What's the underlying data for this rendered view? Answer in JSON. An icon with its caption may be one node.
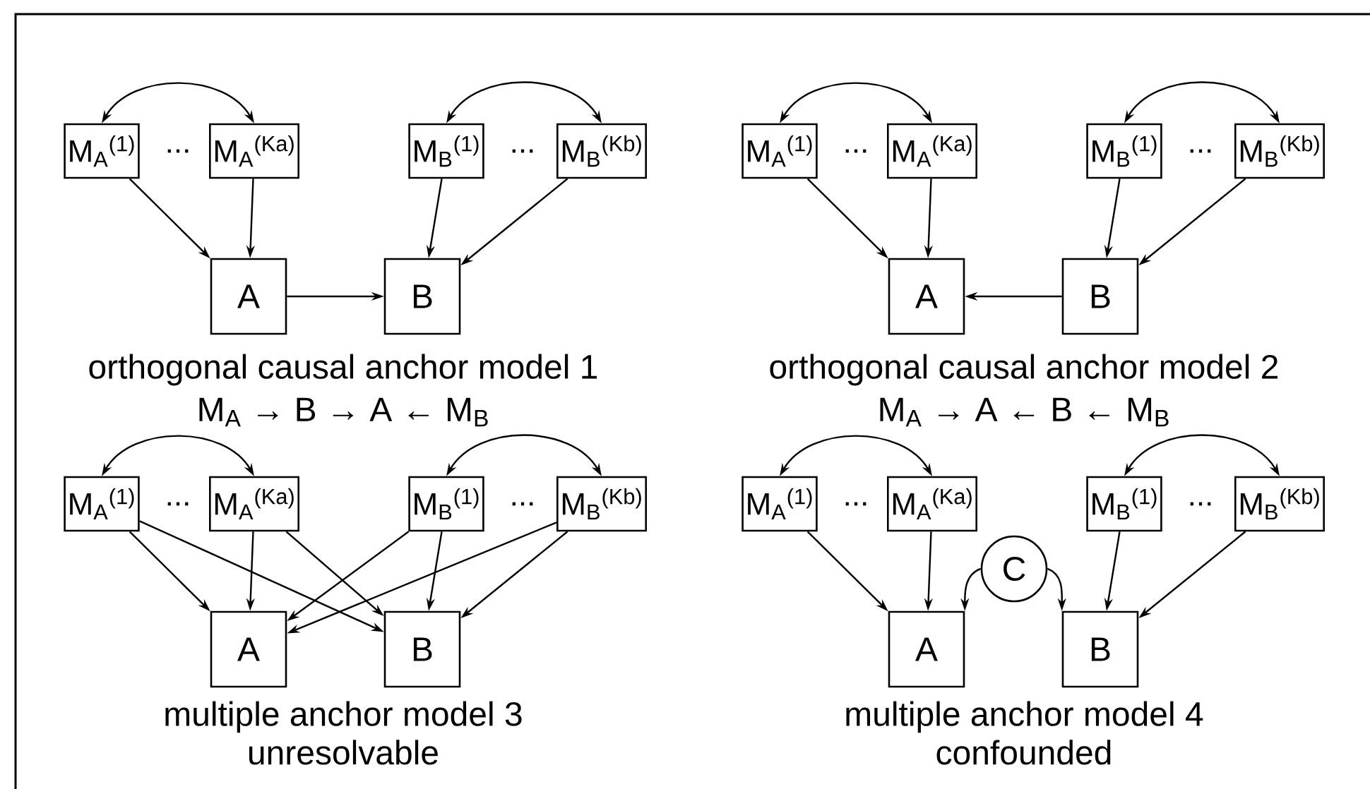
{
  "diagram": {
    "nodes": [
      {
        "text": [
          "M$_{A}$$^{(1)}$"
        ]
      },
      {
        "text": [
          "M$_{A}$$^{(Ka)}$"
        ]
      },
      {
        "text": [
          "M$_{B}$$^{(1)}$"
        ]
      },
      {
        "text": [
          "M$_{B}$$^{(Kb)}$"
        ]
      },
      {
        "text": [
          "A"
        ]
      },
      {
        "text": [
          "B"
        ]
      },
      {
        "text": [
          "M$_{A}$$^{(1)}$"
        ]
      },
      {
        "text": [
          "M$_{A}$$^{(Ka)}$"
        ]
      },
      {
        "text": [
          "M$_{B}$$^{(1)}$"
        ]
      },
      {
        "text": [
          "M$_{B}$$^{(Kb)}$"
        ]
      },
      {
        "text": [
          "A"
        ]
      },
      {
        "text": [
          "B"
        ]
      },
      {
        "text": [
          "M$_{A}$$^{(1)}$"
        ]
      },
      {
        "text": [
          "M$_{A}$$^{(Ka)}$"
        ]
      },
      {
        "text": [
          "M$_{B}$$^{(1)}$"
        ]
      },
      {
        "text": [
          "M$_{B}$$^{(Kb)}$"
        ]
      },
      {
        "text": [
          "A"
        ]
      },
      {
        "text": [
          "B"
        ]
      },
      {
        "text": [
          "M$_{A}$$^{(1)}$"
        ]
      },
      {
        "text": [
          "M$_{A}$$^{(Ka)}$"
        ]
      },
      {
        "text": [
          "M$_{B}$$^{(1)}$"
        ]
      },
      {
        "text": [
          "M$_{B}$$^{(Kb)}$"
        ]
      },
      {
        "text": [
          "C"
        ]
      },
      {
        "text": [
          "A"
        ]
      },
      {
        "text": [
          "B"
        ]
      }
    ],
    "edges": [
      {
        "from": 0,
        "to": 1,
        "arrow": "both"
      },
      {
        "from": 2,
        "to": 3,
        "arrow": "both"
      },
      {
        "from": 0,
        "to": 4,
        "arrow": "to"
      },
      {
        "from": 1,
        "to": 4,
        "arrow": "to"
      },
      {
        "from": 2,
        "to": 5,
        "arrow": "to"
      },
      {
        "from": 3,
        "to": 5,
        "arrow": "to"
      },
      {
        "from": 4,
        "to": 5,
        "arrow": "to"
      },
      {
        "from": 6,
        "to": 7,
        "arrow": "both"
      },
      {
        "from": 8,
        "to": 9,
        "arrow": "both"
      },
      {
        "from": 6,
        "to": 10,
        "arrow": "to"
      },
      {
        "from": 7,
        "to": 10,
        "arrow": "to"
      },
      {
        "from": 8,
        "to": 11,
        "arrow": "to"
      },
      {
        "from": 9,
        "to": 11,
        "arrow": "to"
      },
      {
        "from": 11,
        "to": 10,
        "arrow": "to"
      },
      {
        "from": 12,
        "to": 13,
        "arrow": "both"
      },
      {
        "from": 14,
        "to": 15,
        "arrow": "both"
      },
      {
        "from": 12,
        "to": 16,
        "arrow": "to"
      },
      {
        "from": 12,
        "to": 17,
        "arrow": "to"
      },
      {
        "from": 13,
        "to": 16,
        "arrow": "to"
      },
      {
        "from": 13,
        "to": 17,
        "arrow": "to"
      },
      {
        "from": 14,
        "to": 16,
        "arrow": "to"
      },
      {
        "from": 14,
        "to": 17,
        "arrow": "to"
      },
      {
        "from": 15,
        "to": 16,
        "arrow": "to"
      },
      {
        "from": 15,
        "to": 17,
        "arrow": "to"
      },
      {
        "from": 18,
        "to": 19,
        "arrow": "both"
      },
      {
        "from": 20,
        "to": 21,
        "arrow": "both"
      },
      {
        "from": 18,
        "to": 23,
        "arrow": "to"
      },
      {
        "from": 19,
        "to": 23,
        "arrow": "to"
      },
      {
        "from": 20,
        "to": 24,
        "arrow": "to"
      },
      {
        "from": 21,
        "to": 24,
        "arrow": "to"
      },
      {
        "from": 22,
        "to": 23,
        "arrow": "to"
      },
      {
        "from": 22,
        "to": 24,
        "arrow": "to"
      }
    ],
    "labels": [
      "...",
      "...",
      "...",
      "...",
      "orthogonal causal anchor model 1",
      "orthogonal causal anchor model 2",
      "M$_{A}$ → B → A ← M$_{B}$",
      "M$_{A}$ → A ← B ← M$_{B}$",
      "...",
      "...",
      "...",
      "...",
      "multiple anchor model 3",
      "multiple anchor model 4",
      "unresolvable",
      "confounded"
    ]
  }
}
